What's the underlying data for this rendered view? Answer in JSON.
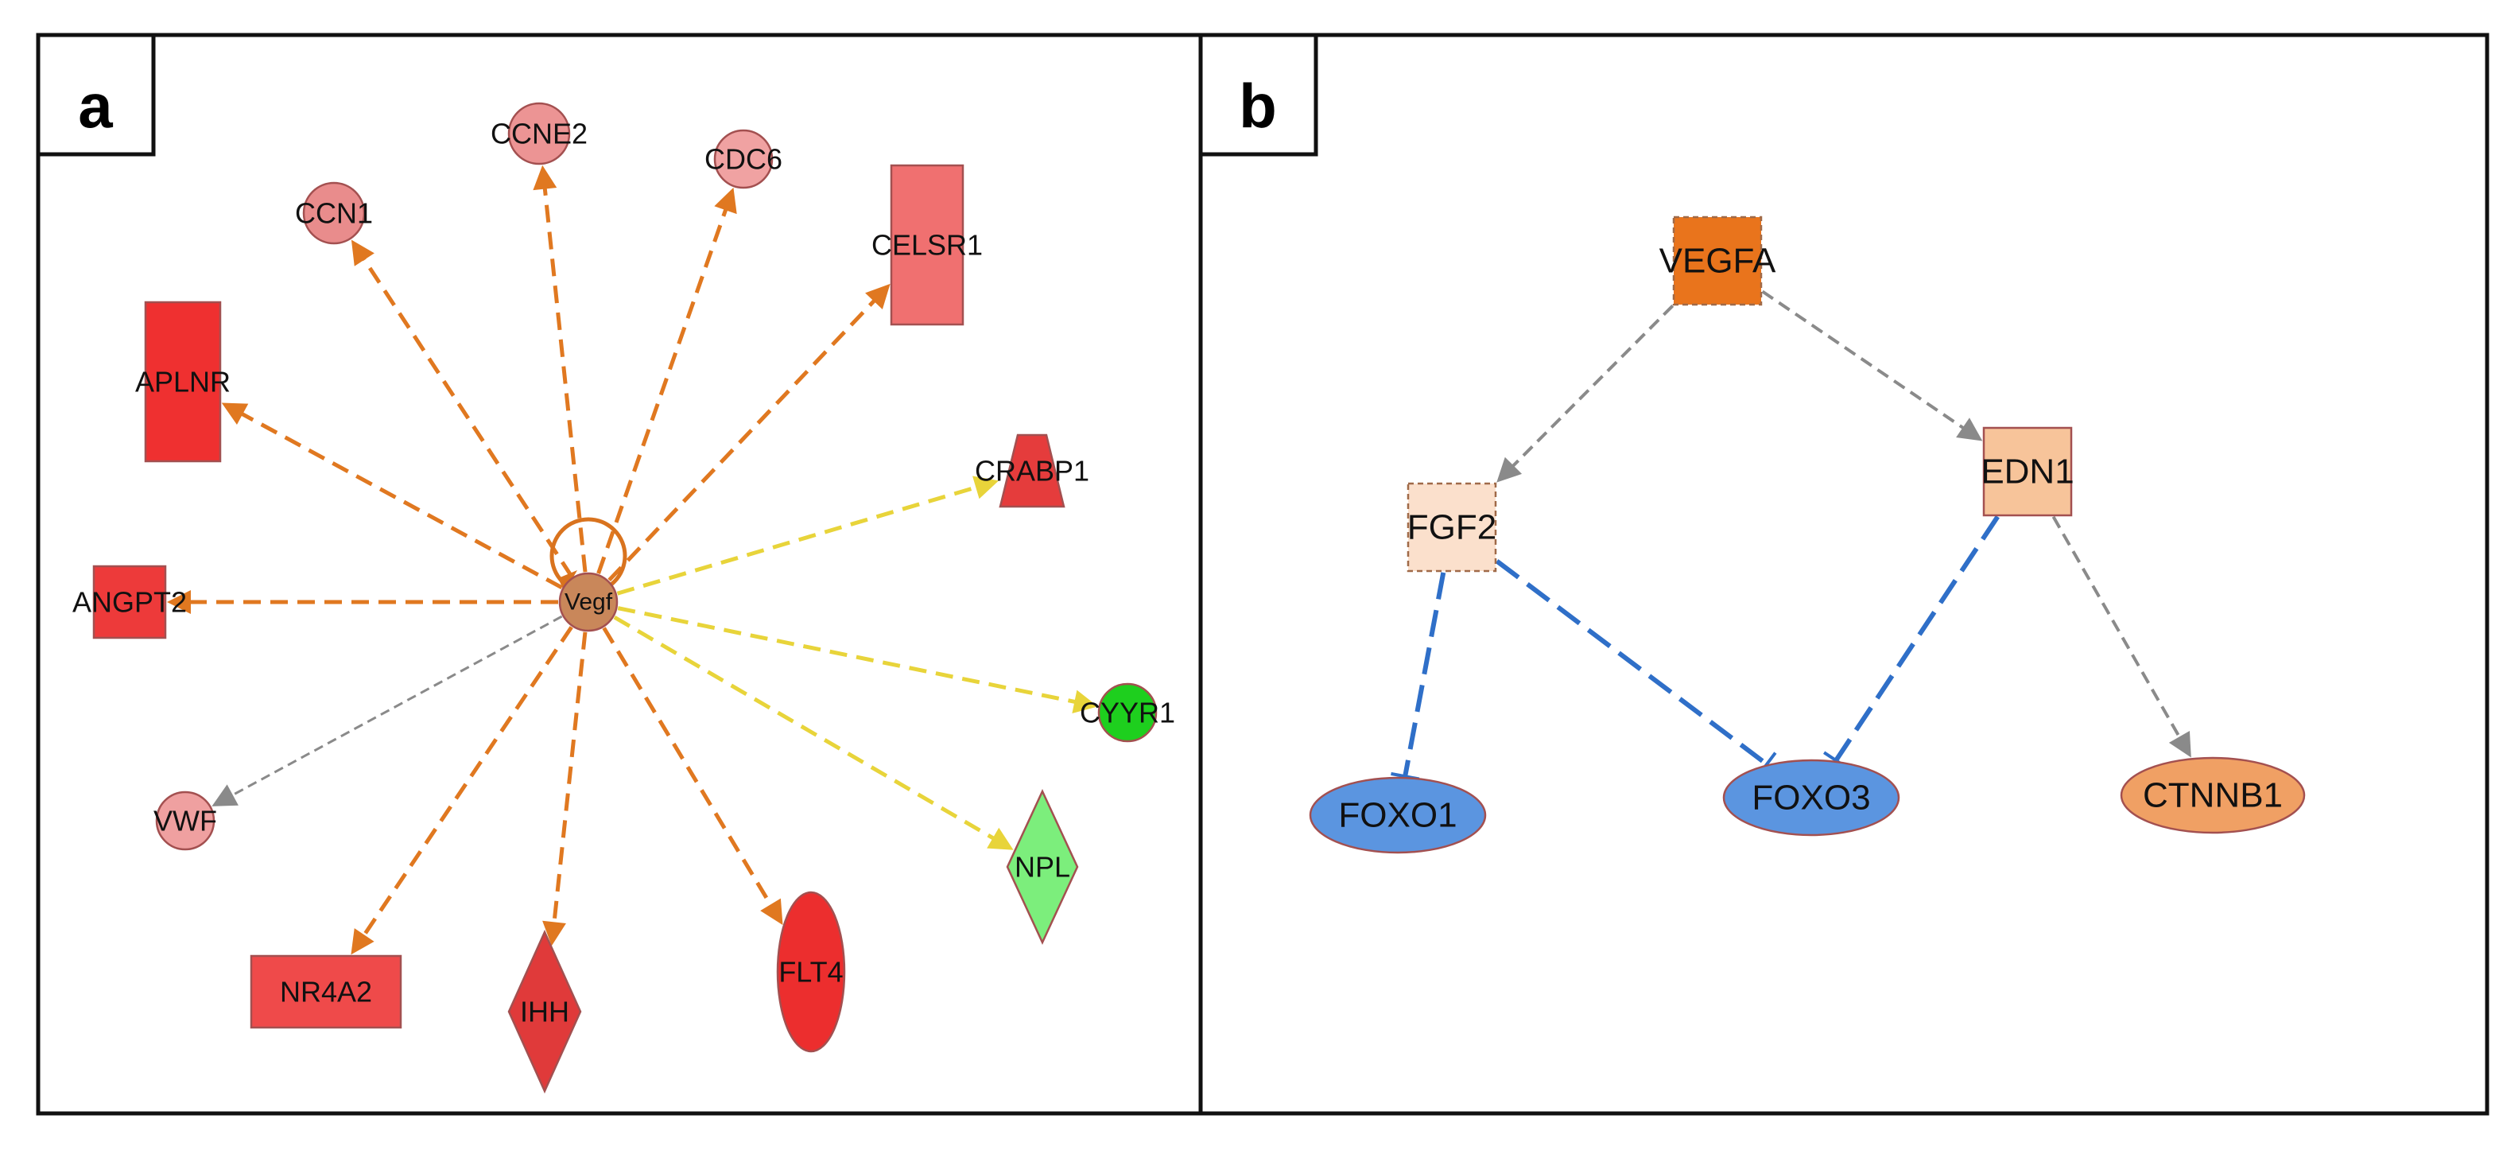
{
  "figure": {
    "panels": [
      {
        "tag": "a",
        "hub": {
          "label": "Vegf",
          "fill": "#c9875a"
        },
        "nodes": [
          {
            "id": "ccn1",
            "label": "CCN1",
            "shape": "circle",
            "fill": "#e98c8c"
          },
          {
            "id": "ccne2",
            "label": "CCNE2",
            "shape": "circle",
            "fill": "#ec9494"
          },
          {
            "id": "cdc6",
            "label": "CDC6",
            "shape": "circle",
            "fill": "#f0a2a2"
          },
          {
            "id": "celsr1",
            "label": "CELSR1",
            "shape": "rect",
            "fill": "#f07070"
          },
          {
            "id": "aplnr",
            "label": "APLNR",
            "shape": "rect",
            "fill": "#ef3030"
          },
          {
            "id": "crabp1",
            "label": "CRABP1",
            "shape": "trapezoid",
            "fill": "#e53c3c"
          },
          {
            "id": "angpt2",
            "label": "ANGPT2",
            "shape": "rect",
            "fill": "#ed3a3a"
          },
          {
            "id": "cyyr1",
            "label": "CYYR1",
            "shape": "circle",
            "fill": "#1ecf1e"
          },
          {
            "id": "vwf",
            "label": "VWF",
            "shape": "circle",
            "fill": "#efa0a0"
          },
          {
            "id": "npl",
            "label": "NPL",
            "shape": "diamond",
            "fill": "#7cee7c"
          },
          {
            "id": "nr4a2",
            "label": "NR4A2",
            "shape": "rect",
            "fill": "#ef4a4a"
          },
          {
            "id": "ihh",
            "label": "IHH",
            "shape": "diamond",
            "fill": "#e03a3a"
          },
          {
            "id": "flt4",
            "label": "FLT4",
            "shape": "ellipse",
            "fill": "#ec2e2e"
          }
        ],
        "edges": [
          {
            "from": "hub",
            "to": "ccn1",
            "color": "#e07820"
          },
          {
            "from": "hub",
            "to": "ccne2",
            "color": "#e07820"
          },
          {
            "from": "hub",
            "to": "cdc6",
            "color": "#e07820"
          },
          {
            "from": "hub",
            "to": "celsr1",
            "color": "#e07820"
          },
          {
            "from": "hub",
            "to": "aplnr",
            "color": "#e07820"
          },
          {
            "from": "hub",
            "to": "crabp1",
            "color": "#e8d43a"
          },
          {
            "from": "hub",
            "to": "angpt2",
            "color": "#e07820"
          },
          {
            "from": "hub",
            "to": "cyyr1",
            "color": "#e8d43a"
          },
          {
            "from": "hub",
            "to": "vwf",
            "color": "#8a8a8a"
          },
          {
            "from": "hub",
            "to": "npl",
            "color": "#e8d43a"
          },
          {
            "from": "hub",
            "to": "nr4a2",
            "color": "#e07820"
          },
          {
            "from": "hub",
            "to": "ihh",
            "color": "#e07820"
          },
          {
            "from": "hub",
            "to": "flt4",
            "color": "#e07820"
          }
        ]
      },
      {
        "tag": "b",
        "nodes": [
          {
            "id": "vegfa",
            "label": "VEGFA",
            "shape": "rect",
            "fill": "#e9741c",
            "dashed_border": true
          },
          {
            "id": "fgf2",
            "label": "FGF2",
            "shape": "rect",
            "fill": "#fbe0cc",
            "dashed_border": true
          },
          {
            "id": "edn1",
            "label": "EDN1",
            "shape": "rect",
            "fill": "#f7c49a",
            "dashed_border": false
          },
          {
            "id": "foxo1",
            "label": "FOXO1",
            "shape": "ellipse",
            "fill": "#5b95e0",
            "dashed_border": false
          },
          {
            "id": "foxo3",
            "label": "FOXO3",
            "shape": "ellipse",
            "fill": "#5b95e0",
            "dashed_border": false
          },
          {
            "id": "ctnnb1",
            "label": "CTNNB1",
            "shape": "ellipse",
            "fill": "#f0a064",
            "dashed_border": false
          }
        ],
        "edges": [
          {
            "from": "vegfa",
            "to": "fgf2",
            "type": "activation",
            "color": "#8a8a8a"
          },
          {
            "from": "vegfa",
            "to": "edn1",
            "type": "activation",
            "color": "#8a8a8a"
          },
          {
            "from": "fgf2",
            "to": "foxo1",
            "type": "inhibition",
            "color": "#2f6fc8"
          },
          {
            "from": "fgf2",
            "to": "foxo3",
            "type": "inhibition",
            "color": "#2f6fc8"
          },
          {
            "from": "edn1",
            "to": "foxo3",
            "type": "inhibition",
            "color": "#2f6fc8"
          },
          {
            "from": "edn1",
            "to": "ctnnb1",
            "type": "activation",
            "color": "#8a8a8a"
          }
        ]
      }
    ]
  }
}
